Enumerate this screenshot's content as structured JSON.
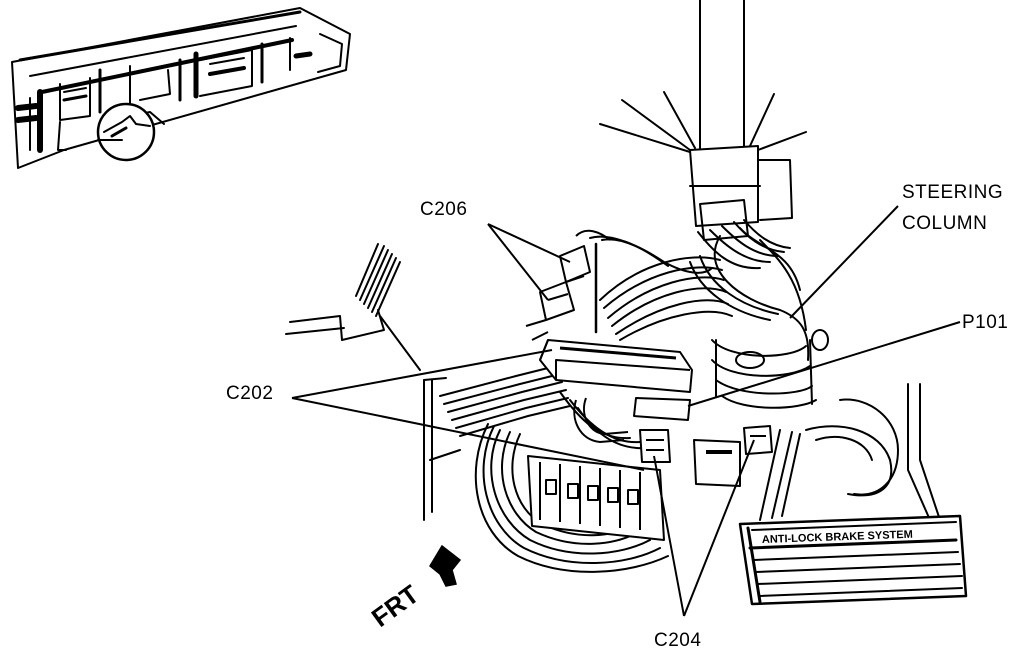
{
  "diagram": {
    "callouts": {
      "steering_column": [
        "STEERING",
        "COLUMN"
      ],
      "c206": "C206",
      "c202": "C202",
      "p101": "P101",
      "c204": "C204",
      "front_arrow": "FRT"
    },
    "abs_plate_text": "ANTI-LOCK BRAKE SYSTEM"
  },
  "colors": {
    "ink": "#000000",
    "paper": "#ffffff"
  }
}
